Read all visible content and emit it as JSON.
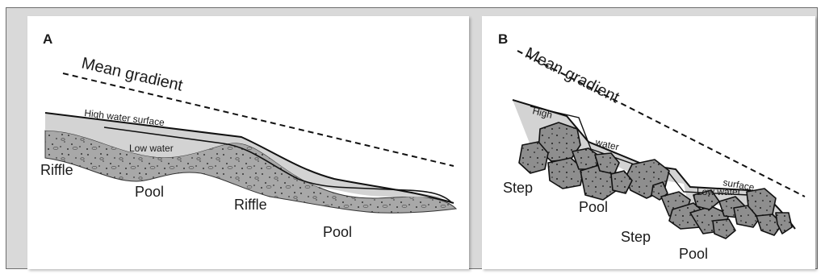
{
  "panel_a": {
    "letter": "A",
    "mean_gradient": "Mean gradient",
    "high_water": "High water surface",
    "low_water": "Low water",
    "riffle_1": "Riffle",
    "pool_1": "Pool",
    "riffle_2": "Riffle",
    "pool_2": "Pool"
  },
  "panel_b": {
    "letter": "B",
    "mean_gradient": "Mean gradient",
    "high": "High",
    "water": "water",
    "surface": "surface",
    "low_water": "Low water",
    "step_1": "Step",
    "pool_1": "Pool",
    "step_2": "Step",
    "pool_2": "Pool"
  }
}
